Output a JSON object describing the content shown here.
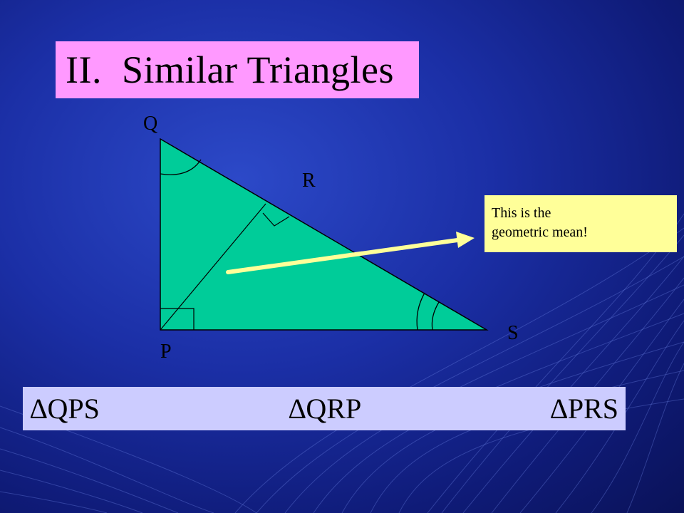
{
  "slide": {
    "title": "II.  Similar Triangles"
  },
  "diagram": {
    "vertices": {
      "Q": "Q",
      "R": "R",
      "P": "P",
      "S": "S"
    },
    "triangle_fill": "#00cc99",
    "arrow_color": "#ffff99"
  },
  "callout": {
    "line1": "This is the",
    "line2": "geometric mean!"
  },
  "triangles": [
    "∆QPS",
    "∆QRP",
    "∆PRS"
  ],
  "colors": {
    "title_bg": "#ff99ff",
    "callout_bg": "#ffff99",
    "triangles_bg": "#ccccff",
    "background": "#1b2fa6"
  }
}
